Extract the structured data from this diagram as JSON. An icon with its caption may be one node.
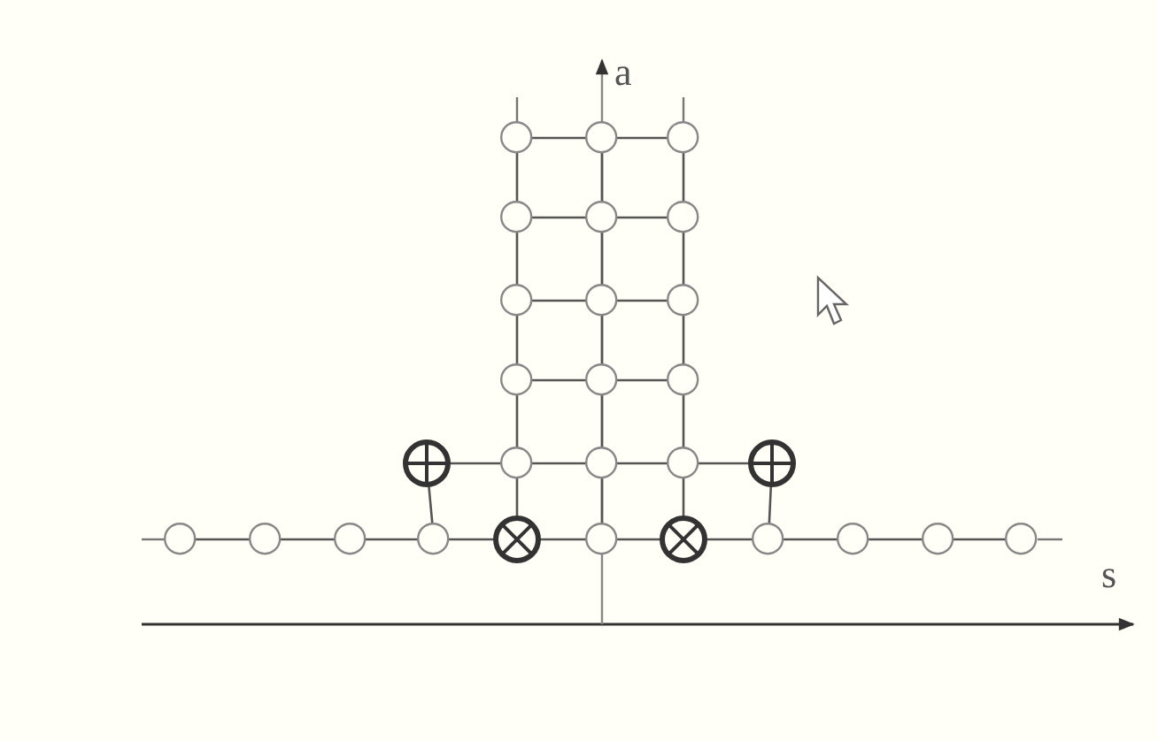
{
  "diagram": {
    "nodes": [
      {
        "text": [],
        "shape": "circle"
      },
      {
        "text": [],
        "shape": "circle"
      },
      {
        "text": [],
        "shape": "circle"
      },
      {
        "text": [],
        "shape": "circle"
      },
      {
        "text": [],
        "shape": "circle"
      },
      {
        "text": [],
        "shape": "circle"
      },
      {
        "text": [],
        "shape": "circle"
      },
      {
        "text": [],
        "shape": "circle"
      },
      {
        "text": [],
        "shape": "circle"
      },
      {
        "text": [],
        "shape": "circle"
      },
      {
        "text": [],
        "shape": "circle"
      },
      {
        "text": [],
        "shape": "circle"
      },
      {
        "text": [],
        "shape": "plus"
      },
      {
        "text": [],
        "shape": "circle"
      },
      {
        "text": [],
        "shape": "circle"
      },
      {
        "text": [],
        "shape": "circle"
      },
      {
        "text": [],
        "shape": "plus"
      },
      {
        "text": [],
        "shape": "circle"
      },
      {
        "text": [],
        "shape": "circle"
      },
      {
        "text": [],
        "shape": "circle"
      },
      {
        "text": [],
        "shape": "circle"
      },
      {
        "text": [],
        "shape": "cross"
      },
      {
        "text": [],
        "shape": "circle"
      },
      {
        "text": [],
        "shape": "cross"
      },
      {
        "text": [],
        "shape": "circle"
      },
      {
        "text": [],
        "shape": "circle"
      },
      {
        "text": [],
        "shape": "circle"
      },
      {
        "text": [],
        "shape": "circle"
      }
    ],
    "edges": [
      {
        "from": 0,
        "to": 1,
        "arrow": "none"
      },
      {
        "from": 1,
        "to": 2,
        "arrow": "none"
      },
      {
        "from": 3,
        "to": 4,
        "arrow": "none"
      },
      {
        "from": 4,
        "to": 5,
        "arrow": "none"
      },
      {
        "from": 6,
        "to": 7,
        "arrow": "none"
      },
      {
        "from": 7,
        "to": 8,
        "arrow": "none"
      },
      {
        "from": 9,
        "to": 10,
        "arrow": "none"
      },
      {
        "from": 10,
        "to": 11,
        "arrow": "none"
      },
      {
        "from": 12,
        "to": 13,
        "arrow": "none"
      },
      {
        "from": 13,
        "to": 14,
        "arrow": "none"
      },
      {
        "from": 14,
        "to": 15,
        "arrow": "none"
      },
      {
        "from": 15,
        "to": 16,
        "arrow": "none"
      },
      {
        "from": 17,
        "to": 18,
        "arrow": "none"
      },
      {
        "from": 18,
        "to": 19,
        "arrow": "none"
      },
      {
        "from": 19,
        "to": 20,
        "arrow": "none"
      },
      {
        "from": 20,
        "to": 21,
        "arrow": "none"
      },
      {
        "from": 21,
        "to": 22,
        "arrow": "none"
      },
      {
        "from": 22,
        "to": 23,
        "arrow": "none"
      },
      {
        "from": 23,
        "to": 24,
        "arrow": "none"
      },
      {
        "from": 24,
        "to": 25,
        "arrow": "none"
      },
      {
        "from": 25,
        "to": 26,
        "arrow": "none"
      },
      {
        "from": 26,
        "to": 27,
        "arrow": "none"
      },
      {
        "from": 0,
        "to": 3,
        "arrow": "none"
      },
      {
        "from": 3,
        "to": 6,
        "arrow": "none"
      },
      {
        "from": 6,
        "to": 9,
        "arrow": "none"
      },
      {
        "from": 9,
        "to": 13,
        "arrow": "none"
      },
      {
        "from": 13,
        "to": 21,
        "arrow": "none"
      },
      {
        "from": 1,
        "to": 4,
        "arrow": "none"
      },
      {
        "from": 4,
        "to": 7,
        "arrow": "none"
      },
      {
        "from": 7,
        "to": 10,
        "arrow": "none"
      },
      {
        "from": 10,
        "to": 14,
        "arrow": "none"
      },
      {
        "from": 14,
        "to": 22,
        "arrow": "none"
      },
      {
        "from": 2,
        "to": 5,
        "arrow": "none"
      },
      {
        "from": 5,
        "to": 8,
        "arrow": "none"
      },
      {
        "from": 8,
        "to": 11,
        "arrow": "none"
      },
      {
        "from": 11,
        "to": 15,
        "arrow": "none"
      },
      {
        "from": 15,
        "to": 23,
        "arrow": "none"
      },
      {
        "from": 12,
        "to": 20,
        "arrow": "none"
      },
      {
        "from": 16,
        "to": 24,
        "arrow": "none"
      }
    ],
    "labels": [
      "a",
      "s"
    ]
  }
}
